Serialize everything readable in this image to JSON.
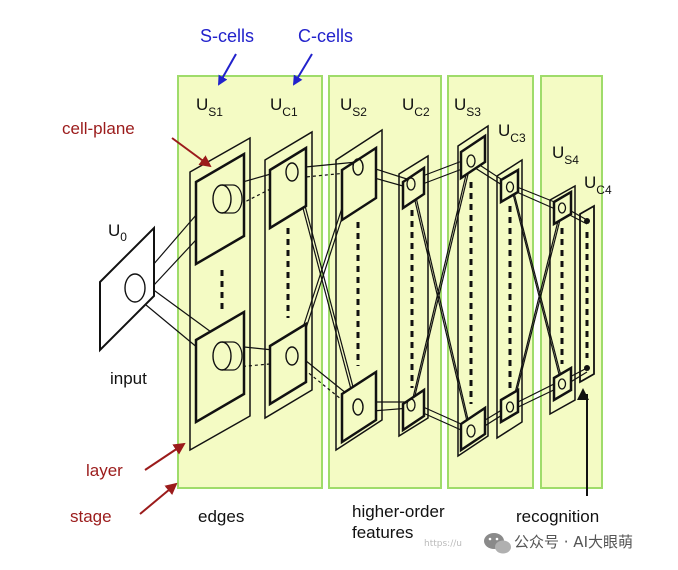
{
  "colors": {
    "stage_fill": "#f4fbc4",
    "stage_stroke": "#9fdc6a",
    "blue": "#2222cc",
    "red": "#9b1b1b",
    "ink": "#111111",
    "watermark": "#555555"
  },
  "labels": {
    "s_cells": "S-cells",
    "c_cells": "C-cells",
    "cell_plane": "cell-plane",
    "layer": "layer",
    "stage": "stage",
    "input": "input",
    "edges": "edges",
    "higher_order_1": "higher-order",
    "higher_order_2": "features",
    "recognition": "recognition",
    "u0_main": "U",
    "u0_sub": "0",
    "us1_main": "U",
    "us1_sub": "S1",
    "uc1_main": "U",
    "uc1_sub": "C1",
    "us2_main": "U",
    "us2_sub": "S2",
    "uc2_main": "U",
    "uc2_sub": "C2",
    "us3_main": "U",
    "us3_sub": "S3",
    "uc3_main": "U",
    "uc3_sub": "C3",
    "us4_main": "U",
    "us4_sub": "S4",
    "uc4_main": "U",
    "uc4_sub": "C4"
  },
  "watermark": {
    "text": "公众号 · AI大眼萌",
    "url_fragment": "https://u",
    "icon": "wechat-icon"
  }
}
